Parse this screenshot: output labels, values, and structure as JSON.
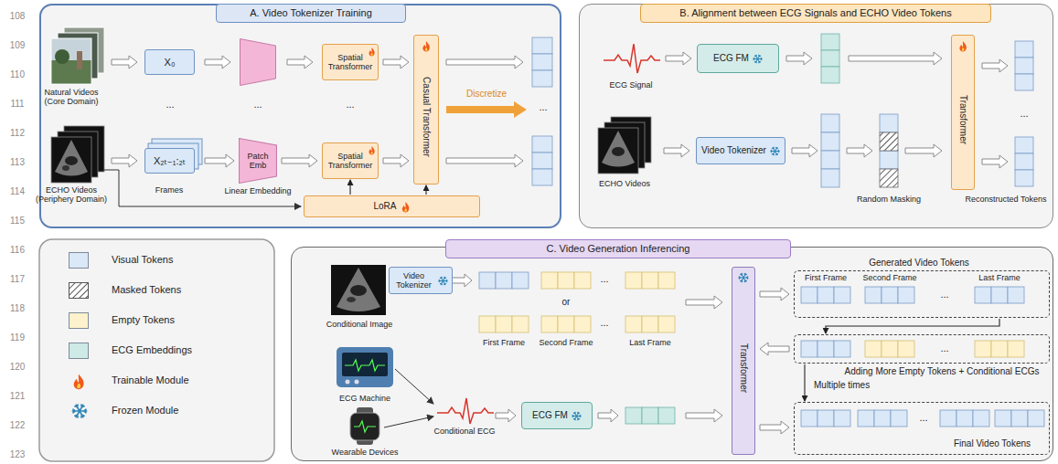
{
  "diagram": {
    "nodes": [
      {
        "text": [
          "A. Video Tokenizer Training"
        ]
      },
      {
        "text": [
          "X₀"
        ],
        "in": 0
      },
      {
        "text": [
          "X₂ₜ₋₁:₂ₜ"
        ],
        "in": 0
      },
      {
        "text": [
          "Patch Emb"
        ],
        "in": 0
      },
      {
        "text": [
          "Spatial Transformer"
        ],
        "in": 0
      },
      {
        "text": [
          "Spatial Transformer"
        ],
        "in": 0
      },
      {
        "text": [
          "Casual Transformer"
        ],
        "in": 0
      },
      {
        "text": [
          "LoRA"
        ],
        "in": 0
      },
      {
        "text": [
          "B. Alignment between ECG Signals and ECHO Video Tokens"
        ]
      },
      {
        "text": [
          "ECG FM"
        ],
        "in": 8
      },
      {
        "text": [
          "Video Tokenizer"
        ],
        "in": 8
      },
      {
        "text": [
          "Transformer"
        ],
        "in": 8
      },
      {
        "text": [
          "C. Video Generation Inferencing"
        ]
      },
      {
        "text": [
          "Video Tokenizer"
        ],
        "in": 12
      },
      {
        "text": [
          "ECG FM"
        ],
        "in": 12
      },
      {
        "text": [
          "Transformer"
        ],
        "in": 12
      },
      {
        "text": [
          "Generated Video Tokens",
          "First Frame",
          "Second Frame",
          "...",
          "Last Frame"
        ],
        "in": 12
      },
      {
        "text": [
          "...",
          "Adding More Empty Tokens + Conditional ECGs"
        ],
        "in": 12
      },
      {
        "text": [
          "...",
          "Final Video Tokens"
        ],
        "in": 12
      }
    ],
    "edges": [
      {
        "from": 2,
        "to": 3,
        "arrow": "to"
      },
      {
        "from": 3,
        "to": 5,
        "arrow": "to"
      },
      {
        "from": 4,
        "to": 6,
        "arrow": "to"
      },
      {
        "from": 5,
        "to": 6,
        "arrow": "to"
      },
      {
        "from": 7,
        "to": 5,
        "arrow": "to"
      },
      {
        "from": 7,
        "to": 6,
        "arrow": "to"
      },
      {
        "from": 15,
        "to": 16,
        "arrow": "to"
      },
      {
        "from": 16,
        "to": 17,
        "arrow": "to"
      },
      {
        "from": 17,
        "to": 15,
        "arrow": "to"
      },
      {
        "from": 17,
        "to": 18,
        "label": "Multiple times",
        "arrow": "to"
      },
      {
        "from": 15,
        "to": 18,
        "arrow": "to"
      }
    ],
    "labels": [
      "108",
      "109",
      "110",
      "111",
      "112",
      "113",
      "114",
      "115",
      "116",
      "117",
      "118",
      "119",
      "120",
      "121",
      "122",
      "123",
      "Natural Videos (Core Domain)",
      "...",
      "...",
      "...",
      "ECHO Videos (Periphery Domain)",
      "Frames",
      "Linear Embedding",
      "Discretize",
      "...",
      "ECG Signal",
      "ECHO Videos",
      "Random Masking",
      "...",
      "Reconstructed Tokens",
      "Conditional Image",
      "...",
      "or",
      "...",
      "First Frame",
      "Second Frame",
      "Last Frame",
      "ECG Machine",
      "Wearable Devices",
      "Conditional ECG"
    ],
    "legend": [
      {
        "text": "Visual Tokens",
        "color": "#dae8f8"
      },
      {
        "text": "Masked Tokens"
      },
      {
        "text": "Empty Tokens",
        "color": "#fdf2cc"
      },
      {
        "text": "ECG Embeddings",
        "color": "#cdeae6"
      },
      {
        "text": "Trainable Module"
      },
      {
        "text": "Frozen Module"
      }
    ]
  }
}
